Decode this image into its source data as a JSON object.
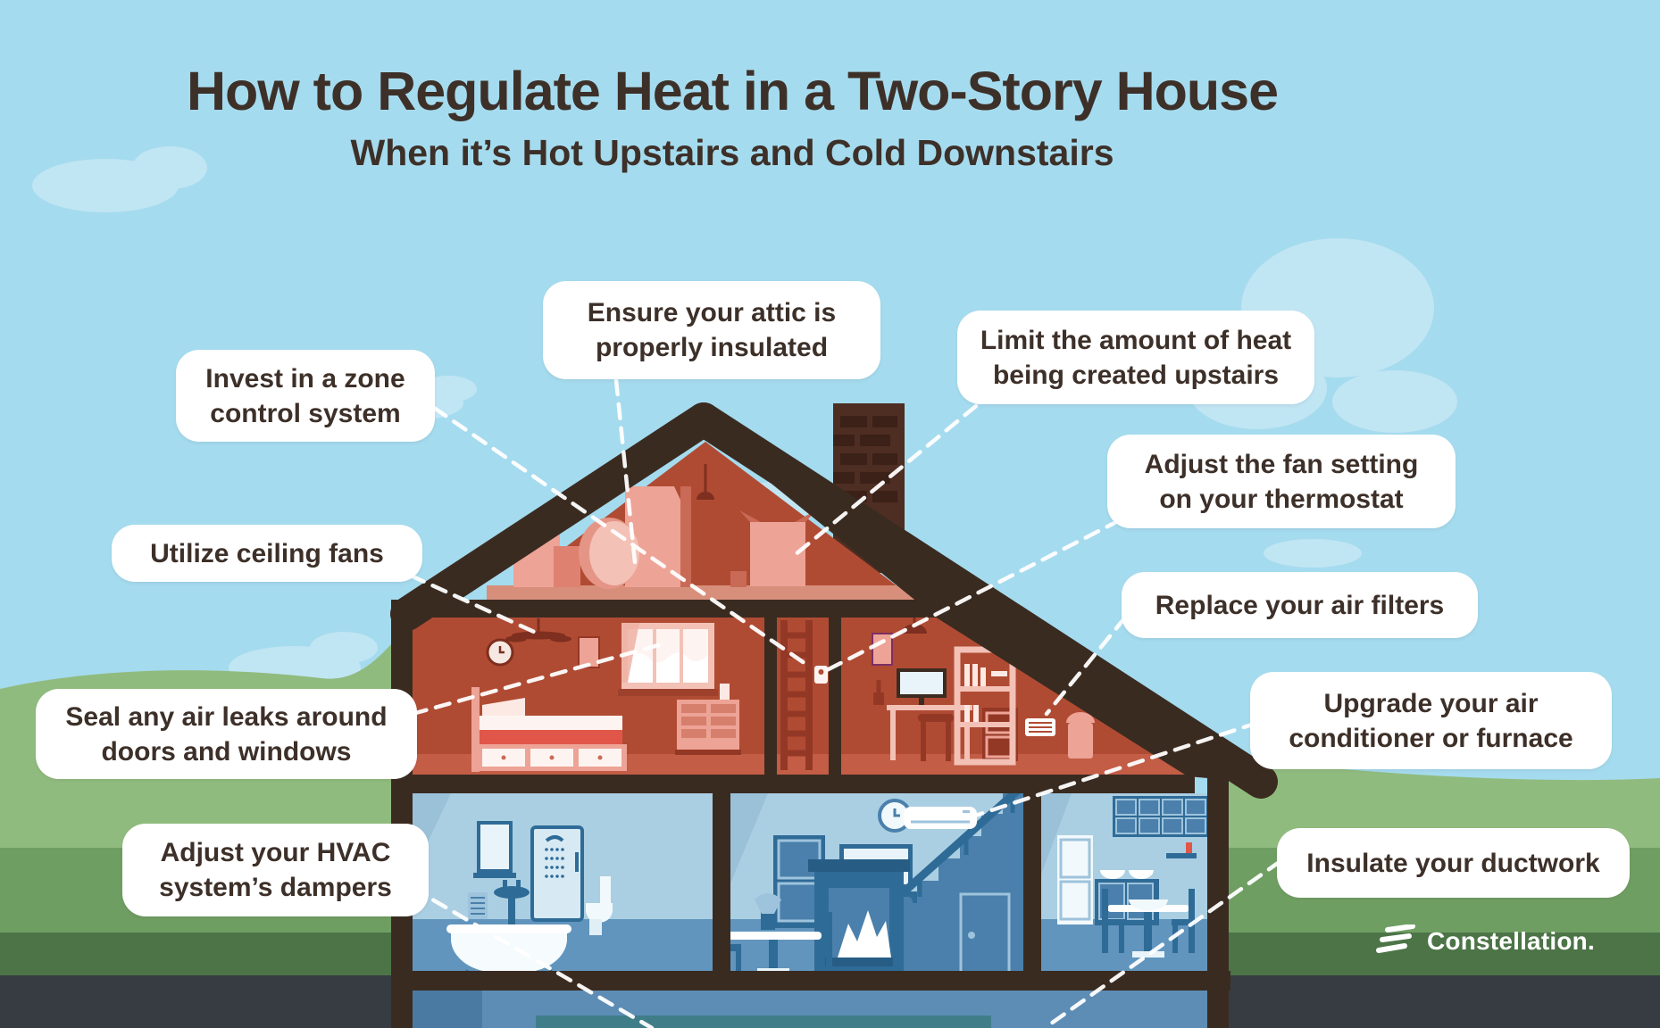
{
  "title": {
    "main": "How to Regulate Heat in a Two-Story House",
    "subtitle": "When it’s Hot Upstairs and Cold Downstairs"
  },
  "callouts": [
    {
      "id": "ensure-attic",
      "line1": "Ensure your attic is",
      "line2": "properly insulated"
    },
    {
      "id": "limit-heat",
      "line1": "Limit the amount of heat",
      "line2": "being created upstairs"
    },
    {
      "id": "invest-zone",
      "line1": "Invest in a zone",
      "line2": "control system"
    },
    {
      "id": "adjust-fan",
      "line1": "Adjust the fan setting",
      "line2": "on your thermostat"
    },
    {
      "id": "utilize-fans",
      "line1": "Utilize ceiling fans"
    },
    {
      "id": "replace-filters",
      "line1": "Replace your air filters"
    },
    {
      "id": "seal-leaks",
      "line1": "Seal any air leaks around",
      "line2": "doors and windows"
    },
    {
      "id": "upgrade-ac",
      "line1": "Upgrade your air",
      "line2": "conditioner or furnace"
    },
    {
      "id": "adjust-hvac",
      "line1": "Adjust your HVAC",
      "line2": "system’s dampers"
    },
    {
      "id": "insulate-duct",
      "line1": "Insulate your ductwork"
    }
  ],
  "brand": {
    "name": "Constellation."
  },
  "colors": {
    "sky": "#a5dbee",
    "cloud": "#c0e5f3",
    "hill_light": "#90bb7e",
    "hill_mid": "#6f9e62",
    "hill_dark": "#4c7447",
    "ground": "#363c42",
    "frame_brown": "#3a2b21",
    "wall_red": "#b04b33",
    "floor_red": "#d78f7b",
    "furn_pink": "#eda395",
    "furn_dark_red": "#943826",
    "accent_red": "#e0574a",
    "wall_blue": "#abcfe2",
    "floor_blue": "#6195bd",
    "furn_dark_blue": "#2f6b97",
    "furn_mid_blue": "#4a80ab",
    "furn_light_blue": "#9ec3dc",
    "white": "#ffffff",
    "basement_teal": "#3f7e88",
    "text_brown": "#3d3029"
  }
}
